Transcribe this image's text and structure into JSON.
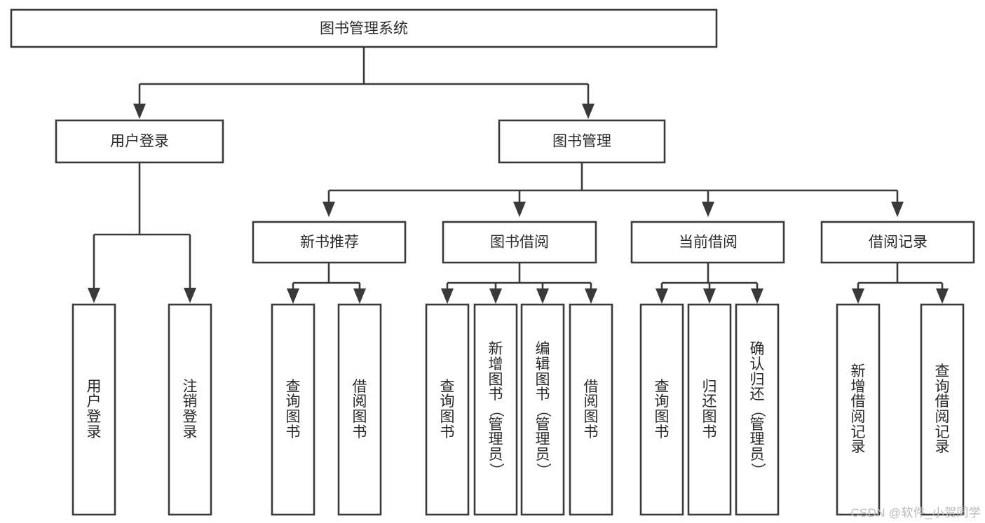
{
  "diagram": {
    "type": "tree-hierarchy",
    "title": "图书管理系统",
    "watermark": "CSDN @软件_小贺同学",
    "colors": {
      "stroke": "#3a3a3a",
      "box_fill": "#ffffff",
      "text": "#2a2a2a",
      "background": "#ffffff",
      "watermark": "#b9b9b9"
    },
    "levels": {
      "root": {
        "label": "图书管理系统",
        "orientation": "horizontal"
      },
      "level2": [
        {
          "label": "用户登录",
          "orientation": "horizontal"
        },
        {
          "label": "图书管理",
          "orientation": "horizontal"
        }
      ],
      "level3": [
        {
          "label": "新书推荐",
          "orientation": "horizontal",
          "parent": "图书管理"
        },
        {
          "label": "图书借阅",
          "orientation": "horizontal",
          "parent": "图书管理"
        },
        {
          "label": "当前借阅",
          "orientation": "horizontal",
          "parent": "图书管理"
        },
        {
          "label": "借阅记录",
          "orientation": "horizontal",
          "parent": "图书管理"
        }
      ],
      "leaves": [
        {
          "label": "用户登录",
          "orientation": "vertical",
          "parent": "用户登录"
        },
        {
          "label": "注销登录",
          "orientation": "vertical",
          "parent": "用户登录"
        },
        {
          "label": "查询图书",
          "orientation": "vertical",
          "parent": "新书推荐"
        },
        {
          "label": "借阅图书",
          "orientation": "vertical",
          "parent": "新书推荐"
        },
        {
          "label": "查询图书",
          "orientation": "vertical",
          "parent": "图书借阅"
        },
        {
          "label": "新增图书（管理员）",
          "orientation": "vertical",
          "parent": "图书借阅"
        },
        {
          "label": "编辑图书（管理员）",
          "orientation": "vertical",
          "parent": "图书借阅"
        },
        {
          "label": "借阅图书",
          "orientation": "vertical",
          "parent": "图书借阅"
        },
        {
          "label": "查询图书",
          "orientation": "vertical",
          "parent": "当前借阅"
        },
        {
          "label": "归还图书",
          "orientation": "vertical",
          "parent": "当前借阅"
        },
        {
          "label": "确认归还（管理员）",
          "orientation": "vertical",
          "parent": "当前借阅"
        },
        {
          "label": "新增借阅记录",
          "orientation": "vertical",
          "parent": "借阅记录"
        },
        {
          "label": "查询借阅记录",
          "orientation": "vertical",
          "parent": "借阅记录"
        }
      ]
    }
  }
}
